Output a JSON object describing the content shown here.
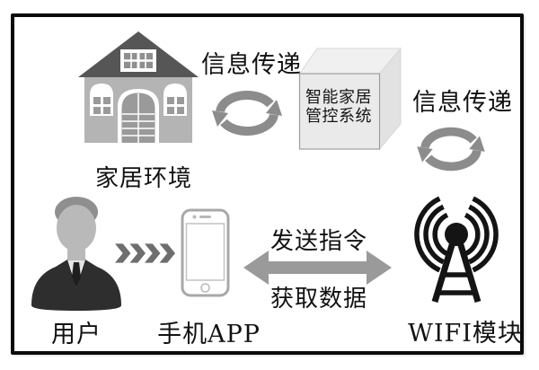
{
  "nodes": {
    "home_environment": {
      "label": "家居环境",
      "icon": "house-icon"
    },
    "smart_home_system": {
      "label_line1": "智能家居",
      "label_line2": "管控系统",
      "icon": "cube-icon"
    },
    "user": {
      "label": "用户",
      "icon": "person-icon"
    },
    "phone_app": {
      "label": "手机APP",
      "icon": "smartphone-icon"
    },
    "wifi_module": {
      "label": "WIFI模块",
      "icon": "antenna-icon"
    }
  },
  "connections": {
    "home_to_system": {
      "label": "信息传递",
      "icon": "cycle-arrows-icon"
    },
    "system_to_wifi": {
      "label": "信息传递",
      "icon": "cycle-arrows-icon"
    },
    "user_to_phone": {
      "icon": "chevron-arrows-icon"
    },
    "phone_to_wifi": {
      "label_top": "发送指令",
      "label_bottom": "获取数据",
      "icon": "double-arrow-icon"
    }
  },
  "colors": {
    "frame": "#0a0a0a",
    "cycle_arrow_gray": "#8c8c8c",
    "double_arrow_gray": "#9a9a9a",
    "chevron_gray": "#6e6e6e",
    "roof_gray": "#565656",
    "house_body_gray": "#b4b4b4",
    "suit_dark": "#2e2e2e",
    "antenna_black": "#141414",
    "cube_face_gray": "#eaeaea"
  }
}
